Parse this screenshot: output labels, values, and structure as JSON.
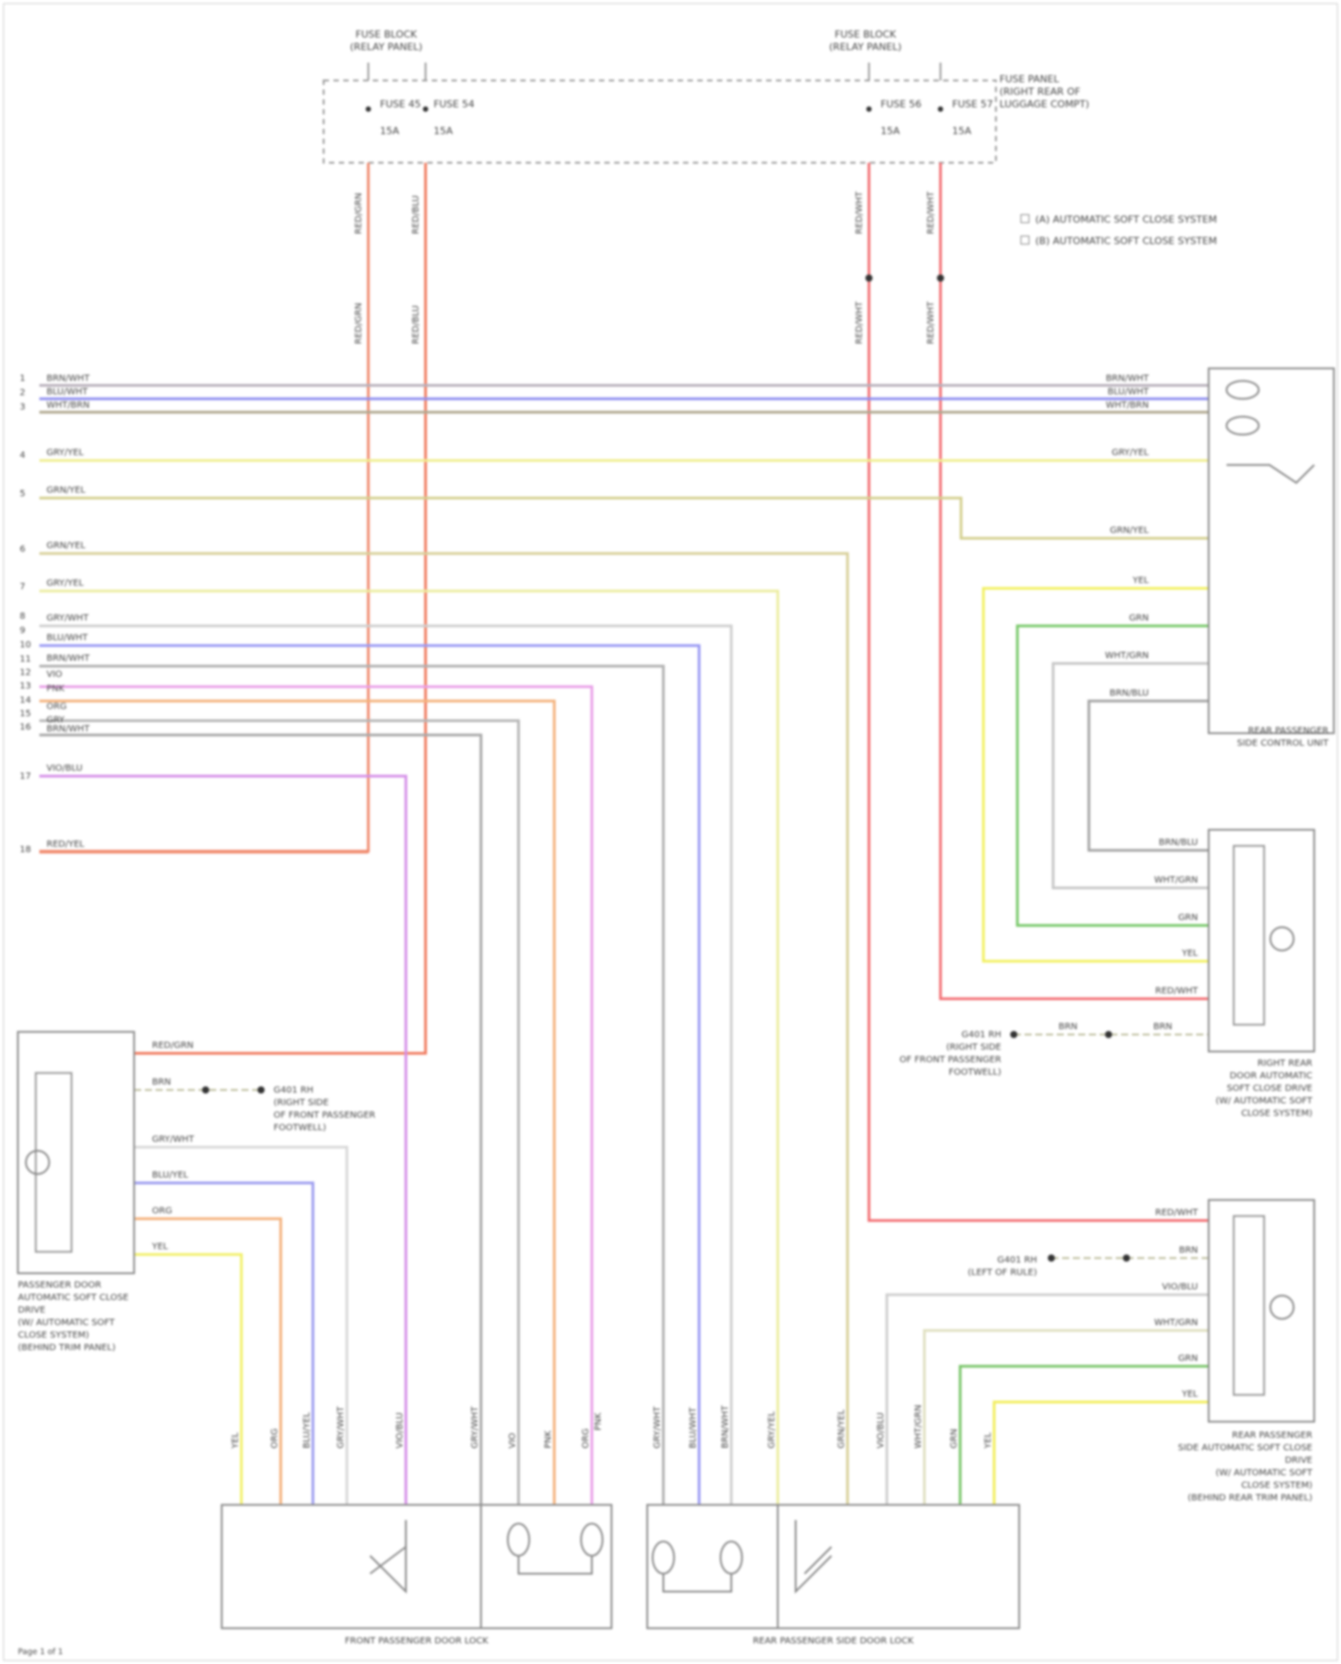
{
  "fuse_blocks": [
    {
      "header": [
        "FUSE BLOCK",
        "(RELAY PANEL)",
        ""
      ],
      "fuses": [
        "FUSE 45",
        "FUSE 54"
      ],
      "ratings": [
        "15A",
        "15A"
      ]
    },
    {
      "header": [
        "FUSE BLOCK",
        "(RELAY PANEL)",
        ""
      ],
      "fuses": [
        "FUSE 56",
        "FUSE 57"
      ],
      "ratings": [
        "15A",
        "15A"
      ]
    }
  ],
  "fuse_note": [
    "FUSE PANEL",
    "(RIGHT REAR OF",
    "LUGGAGE COMPT)"
  ],
  "legend": [
    "(A) AUTOMATIC SOFT CLOSE SYSTEM",
    "(B) AUTOMATIC SOFT CLOSE SYSTEM"
  ],
  "connector_pins": [
    "1",
    "2",
    "3",
    "4",
    "5",
    "6",
    "7",
    "8",
    "9",
    "10",
    "11",
    "12",
    "13",
    "14",
    "15",
    "16",
    "17",
    "18"
  ],
  "wire_labels": {
    "left_bus": [
      "BRN/WHT",
      "BLU/WHT",
      "WHT/BRN",
      "GRY/YEL",
      "GRN/YEL",
      "GRN/YEL",
      "GRY/YEL",
      "GRY/WHT",
      "BLU/WHT",
      "BRN/WHT",
      "VIO",
      "PNK",
      "ORG",
      "GRY",
      "BRN/WHT",
      "VIO/BLU",
      "RED/YEL"
    ],
    "right_bus": [
      "BRN/WHT",
      "BLU/WHT",
      "WHT/BRN",
      "GRY/YEL",
      "GRN/YEL",
      "YEL",
      "GRN",
      "WHT/GRN",
      "BRN/BLU"
    ],
    "motor_right_1": [
      "BRN/BLU",
      "WHT/GRN",
      "GRN",
      "YEL",
      "RED/WHT",
      "BRN",
      "BRN"
    ],
    "motor_right_2": [
      "RED/WHT",
      "BRN",
      "VIO/BLU",
      "WHT/GRN",
      "GRN",
      "YEL"
    ],
    "motor_left": [
      "RED/GRN",
      "BRN",
      "GRY/WHT",
      "BLU/YEL",
      "ORG",
      "YEL"
    ],
    "bottom_left": [
      "YEL",
      "ORG",
      "BLU/YEL",
      "GRY/WHT",
      "VIO/BLU",
      "GRY/WHT",
      "VIO",
      "PNK",
      "ORG",
      "PNK"
    ],
    "bottom_right": [
      "GRY/WHT",
      "BLU/WHT",
      "BRN/WHT",
      "GRY/YEL",
      "GRN/YEL",
      "VIO/BLU",
      "WHT/GRN",
      "GRN",
      "YEL"
    ],
    "fuse_drops": [
      "RED/GRN",
      "RED/BLU",
      "RED/WHT",
      "RED/WHT",
      "RED/GRN",
      "RED/BLU",
      "RED/WHT",
      "RED/WHT"
    ]
  },
  "components": {
    "right_controller": [
      "REAR PASSENGER",
      "SIDE CONTROL UNIT"
    ],
    "right_motor_1": [
      "RIGHT REAR",
      "DOOR AUTOMATIC",
      "SOFT CLOSE DRIVE",
      "(W/ AUTOMATIC SOFT",
      "CLOSE SYSTEM)"
    ],
    "right_motor_2": [
      "REAR PASSENGER",
      "SIDE AUTOMATIC SOFT CLOSE",
      "DRIVE",
      "(W/ AUTOMATIC SOFT",
      "CLOSE SYSTEM)",
      "(BEHIND REAR TRIM PANEL)"
    ],
    "left_motor": [
      "PASSENGER DOOR",
      "AUTOMATIC SOFT CLOSE",
      "DRIVE",
      "(W/ AUTOMATIC SOFT",
      "CLOSE SYSTEM)",
      "(BEHIND TRIM PANEL)"
    ],
    "front_lock": [
      "FRONT PASSENGER DOOR LOCK"
    ],
    "rear_lock": [
      "REAR PASSENGER SIDE DOOR LOCK"
    ]
  },
  "grounds": {
    "g1": [
      "G401 RH",
      "(RIGHT SIDE",
      "OF FRONT PASSENGER",
      "FOOTWELL)"
    ],
    "g2": [
      "G401 RH",
      "(RIGHT SIDE",
      "OF FRONT PASSENGER",
      "FOOTWELL)"
    ],
    "g3": [
      "G401 RH",
      "(LEFT OF RULE)"
    ]
  },
  "footer": "Page 1 of 1"
}
